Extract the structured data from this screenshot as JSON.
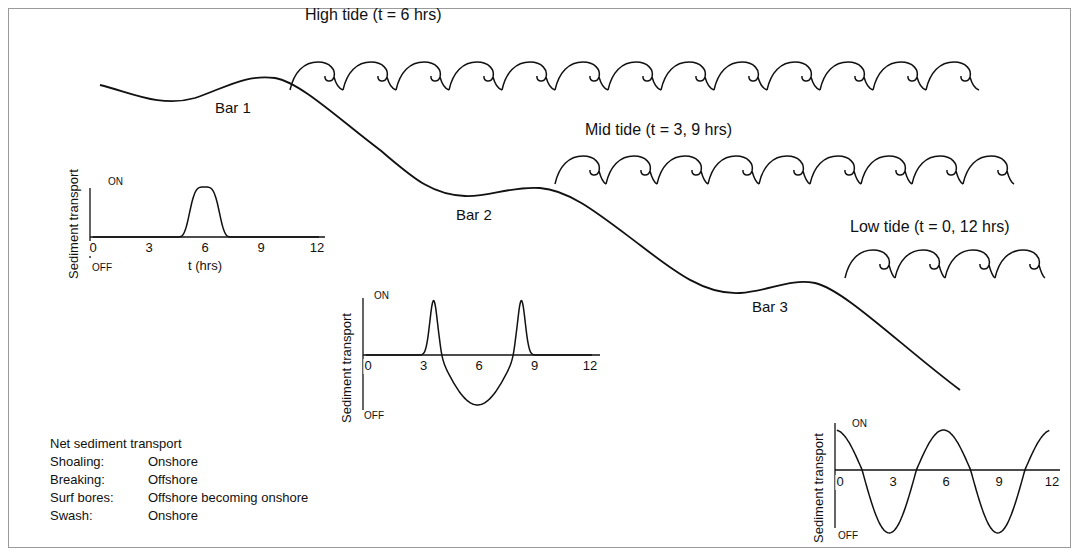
{
  "diagram": {
    "labels": [
      "High tide (t = 6 hrs)",
      "Mid tide (t = 3, 9 hrs)",
      "Low tide (t = 0, 12 hrs)",
      "Bar 1",
      "Bar 2",
      "Bar 3",
      "Sediment transport",
      "ON",
      "OFF",
      "0",
      "3",
      "6",
      "9",
      "12",
      "t (hrs)",
      "Sediment transport",
      "ON",
      "OFF",
      "0",
      "3",
      "6",
      "9",
      "12",
      "Sediment transport",
      "ON",
      "OFF",
      "0",
      "3",
      "6",
      "9",
      "12",
      "Net sediment transport",
      "Shoaling:",
      "Onshore",
      "Breaking:",
      "Offshore",
      "Surf bores:",
      "Offshore becoming onshore",
      "Swash:",
      "Onshore"
    ]
  }
}
